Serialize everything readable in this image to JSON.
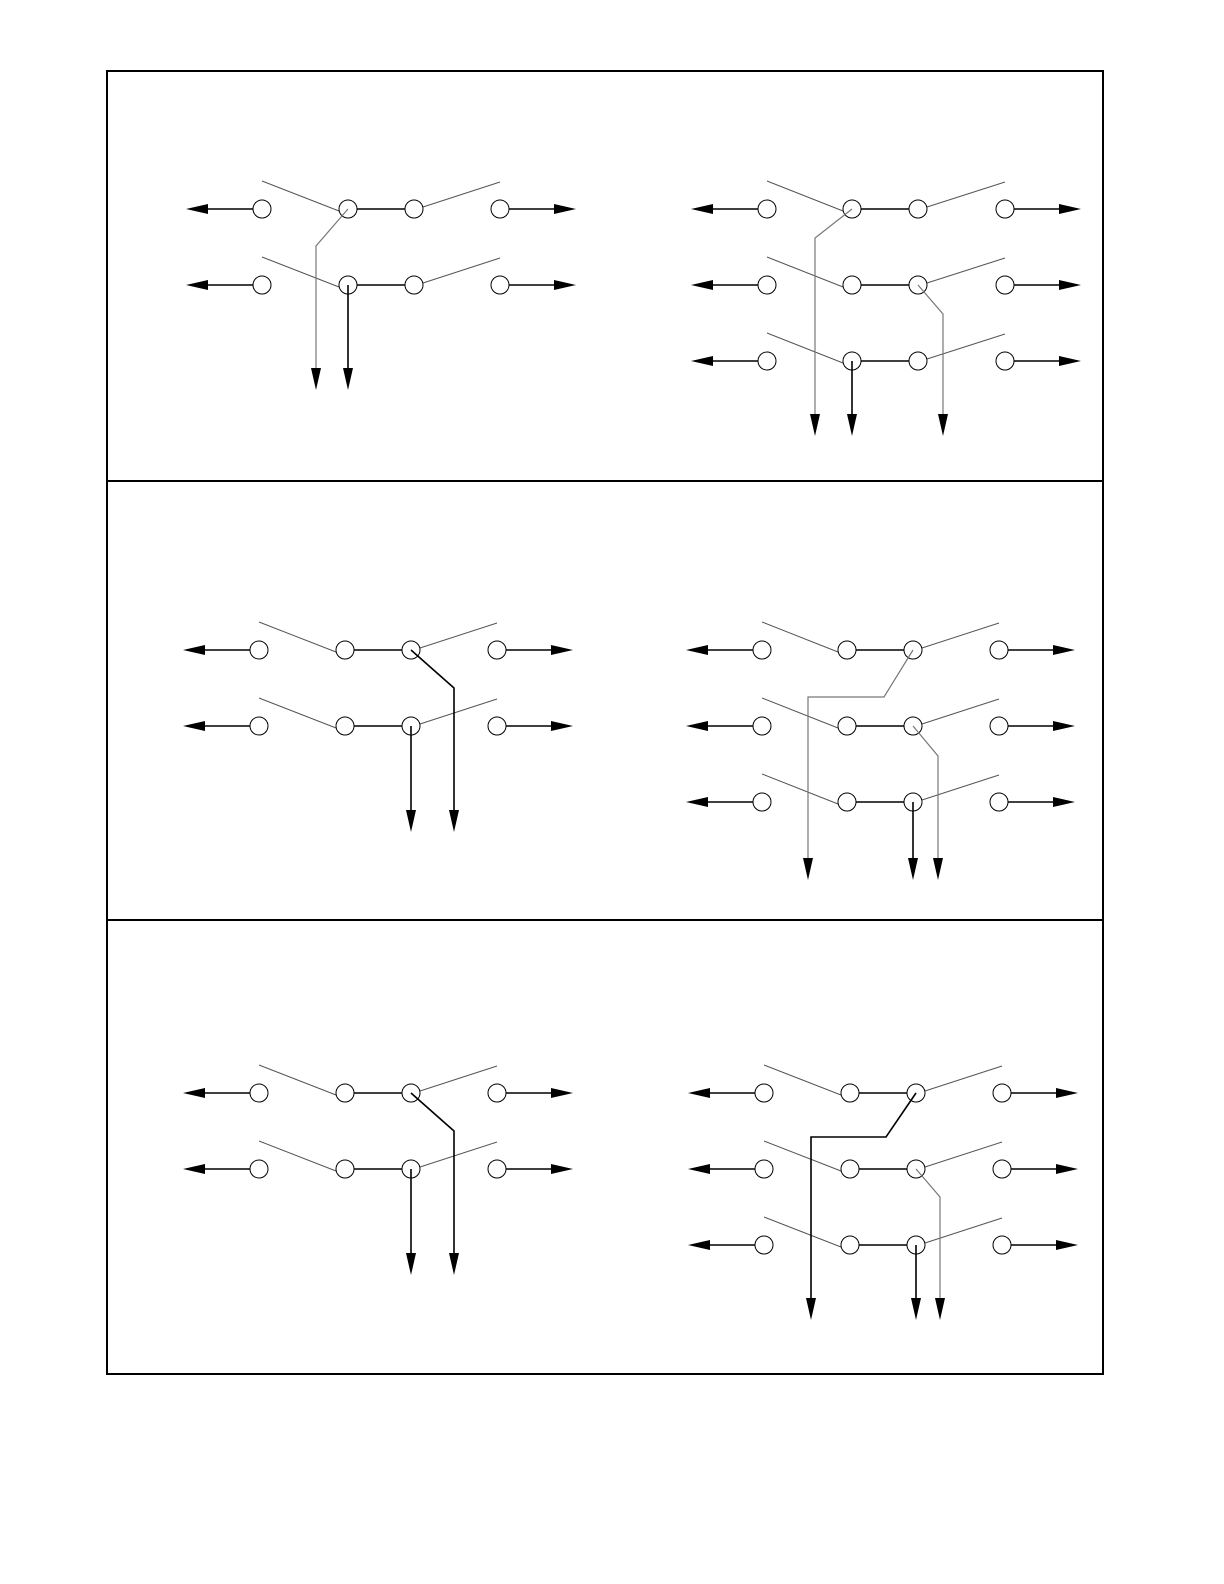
{
  "page": {
    "panels": [
      {
        "id": "panel-1",
        "diagrams": [
          "switch-2-pole",
          "switch-3-pole"
        ]
      },
      {
        "id": "panel-2",
        "diagrams": [
          "switch-2-pole",
          "switch-3-pole"
        ]
      },
      {
        "id": "panel-3",
        "diagrams": [
          "switch-2-pole",
          "switch-3-pole"
        ]
      }
    ]
  },
  "colors": {
    "line": "#000000",
    "blade": "#555555",
    "gray_tap": "#777777",
    "background": "#ffffff"
  },
  "legend_text": []
}
